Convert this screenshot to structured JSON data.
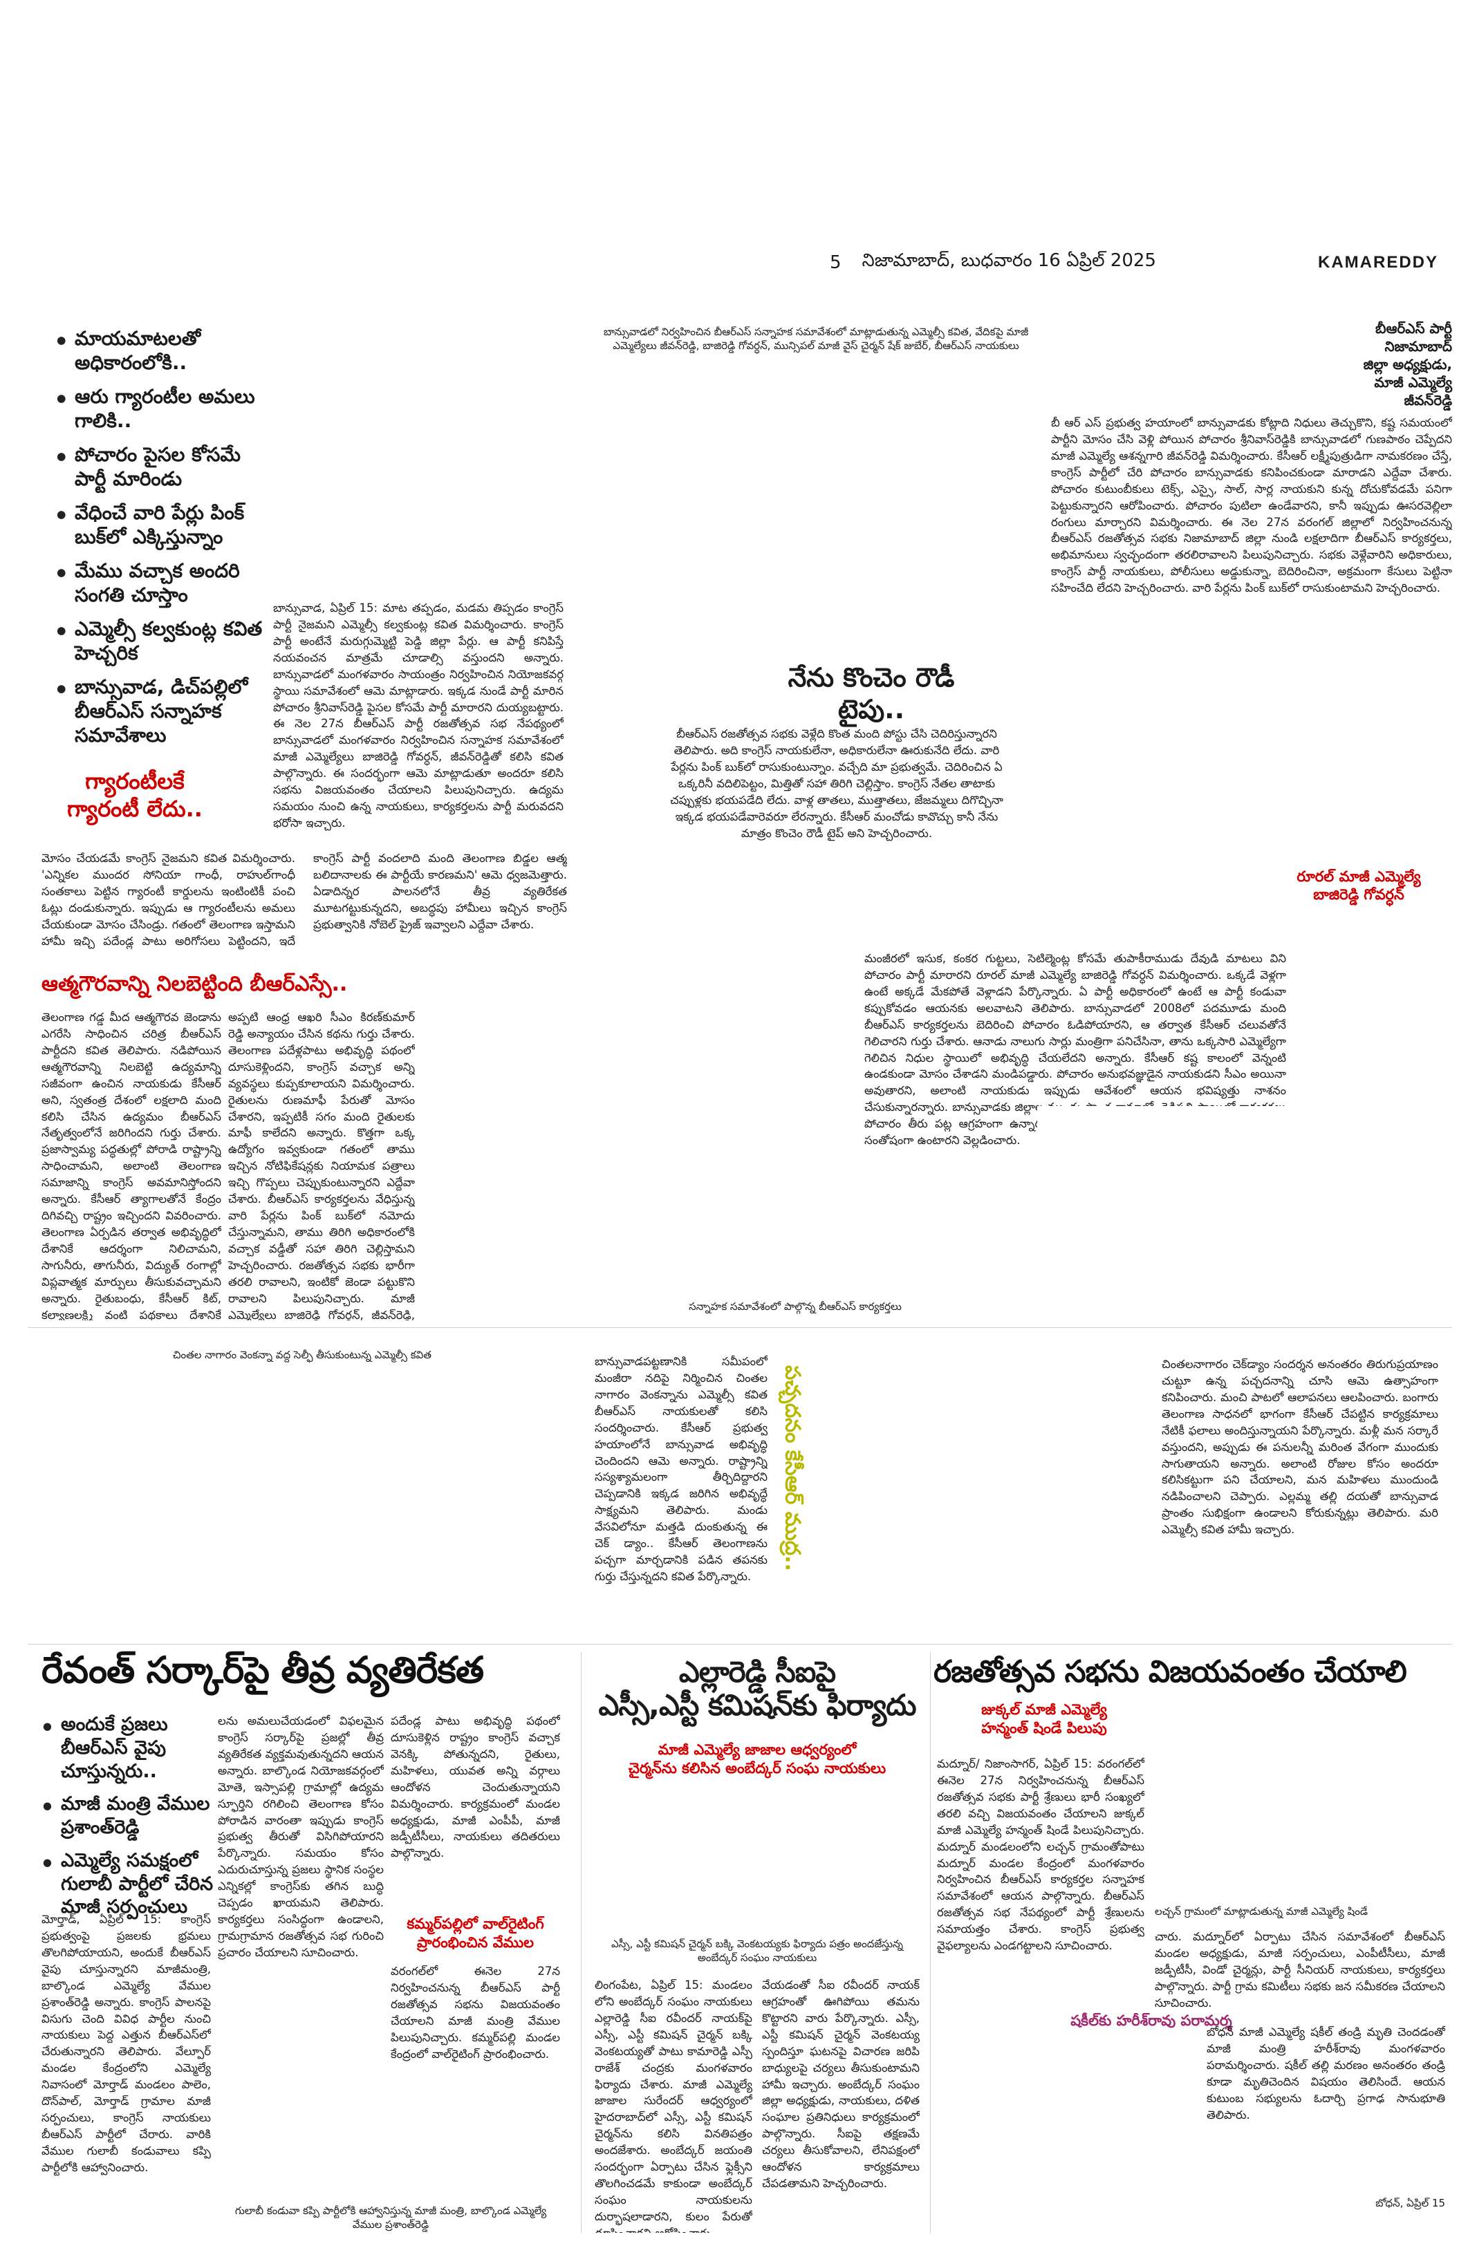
{
  "masthead": {
    "page_number": "5",
    "date_line": "నిజామాబాద్, బుధవారం 16 ఏప్రిల్ 2025",
    "edition": "KAMAREDDY"
  },
  "story1": {
    "bullets": [
      "మాయమాటలతో అధికారంలోకి..",
      "ఆరు గ్యారంటీల అమలు గాలికి..",
      "పోచారం పైసల కోసమే పార్టీ మారిండు",
      "వేధించే వారి పేర్లు పింక్ బుక్‌లో ఎక్కిస్తున్నాం",
      "మేము వచ్చాక అందరి సంగతి చూస్తాం",
      "ఎమ్మెల్సీ కల్వకుంట్ల కవిత హెచ్చరిక",
      "బాన్సువాడ, డిచ్‌పల్లిలో బీఆర్‌ఎస్ సన్నాహక సమావేశాలు"
    ],
    "lead": "బాన్సువాడ, ఏప్రిల్ 15: మాట తప్పడం, మడమ తిప్పడం కాంగ్రెస్ పార్టీ నైజమని ఎమ్మెల్సీ కల్వకుంట్ల కవిత విమర్శించారు. కాంగ్రెస్ పార్టీ అంటేనే మరుగ్గుమ్మెట్టి పెడ్డి జిల్లా పేర్లు. ఆ పార్టీ కనిపిస్తే నయవంచన మాత్రమే చూడాల్సి వస్తుందని అన్నారు. బాన్సువాడలో మంగళవారం సాయంత్రం నిర్వహించిన నియోజకవర్గ స్థాయి సమావేశంలో ఆమె మాట్లాడారు. ఇక్కడ నుండే పార్టీ మారిన పోచారం శ్రీనివాస్‌రెడ్డి పైసల కోసమే పార్టీ మారారని దుయ్యబట్టారు. ఈ నెల 27న బీఆర్‌ఎస్ పార్టీ రజతోత్సవ సభ నేపథ్యంలో బాన్సువాడలో మంగళవారం నిర్వహించిన సన్నాహక సమావేశంలో మాజీ ఎమ్మెల్యేలు బాజిరెడ్డి గోవర్ధన్, జీవన్‌రెడ్డితో కలిసి కవిత పాల్గొన్నారు. ఈ సందర్భంగా ఆమె మాట్లాడుతూ అందరూ కలిసి సభను విజయవంతం చేయాలని పిలుపునిచ్చారు. ఉద్యమ సమయం నుంచి ఉన్న నాయకులు, కార్యకర్తలను పార్టీ మరువదని భరోసా ఇచ్చారు.",
    "subhead1": "గ్యారంటీలకే గ్యారంటీ లేదు..",
    "body1": "మోసం చేయడమే కాంగ్రెస్ నైజమని కవిత విమర్శించారు. 'ఎన్నికల ముందర సోనియా గాంధీ, రాహుల్‌గాంధీ సంతకాలు పెట్టిన గ్యారంటీ కార్డులను ఇంటింటికీ పంచి ఓట్లు దండుకున్నారు. ఇప్పుడు ఆ గ్యారంటీలను అమలు చేయకుండా మోసం చేసిండ్రు. గతంలో తెలంగాణ ఇస్తామని హామీ ఇచ్చి పదేండ్ల పాటు అరిగోసలు పెట్టిందని, ఇదే కాంగ్రెస్ పార్టీ వందలాది మంది తెలంగాణ బిడ్డల ఆత్మ బలిదానాలకు ఈ పార్టీయే కారణమని' ఆమె ధ్వజమెత్తారు. ఏడాదిన్నర పాలనలోనే తీవ్ర వ్యతిరేకత మూటగట్టుకున్నదని, అబద్ధపు హామీలు ఇచ్చిన కాంగ్రెస్ ప్రభుత్వానికి నోబెల్ ప్రైజ్ ఇవ్వాలని ఎద్దేవా చేశారు.",
    "subhead2": "ఆత్మగౌరవాన్ని నిలబెట్టింది బీఆర్‌ఎస్సే..",
    "body2": "తెలంగాణ గడ్డ మీద ఆత్మగౌరవ జెండాను ఎగరేసి సాధించిన చరిత్ర బీఆర్‌ఎస్ పార్టీదని కవిత తెలిపారు. నడిపోయిన ఆత్మగౌరవాన్ని నిలబెట్టి ఉద్యమాన్ని సజీవంగా ఉంచిన నాయకుడు కేసీఆర్ అని, స్వతంత్ర దేశంలో లక్షలాది మంది కలిసి చేసిన ఉద్యమం బీఆర్‌ఎస్ నేతృత్వంలోనే జరిగిందని గుర్తు చేశారు. ప్రజాస్వామ్య పద్ధతుల్లో పోరాడి రాష్ట్రాన్ని సాధించామని, అలాంటి తెలంగాణ సమాజాన్ని కాంగ్రెస్ అవమానిస్తోందని అన్నారు. కేసీఆర్ త్యాగాలతోనే కేంద్రం దిగివచ్చి రాష్ట్రం ఇచ్చిందని వివరించారు. తెలంగాణ ఏర్పడిన తర్వాత అభివృద్ధిలో దేశానికే ఆదర్శంగా నిలిచామని, సాగునీరు, తాగునీరు, విద్యుత్ రంగాల్లో విప్లవాత్మక మార్పులు తీసుకువచ్చామని అన్నారు. రైతుబంధు, కేసీఆర్ కిట్, కల్యాణలక్ష్మి వంటి పథకాలు దేశానికే ఆదర్శంగా నిలిచాయని పేర్కొన్నారు.",
    "body3": "అప్పటి ఆంధ్ర ఆఖరి సీఎం కిరణ్‌కుమార్ రెడ్డి అన్యాయం చేసిన కథను గుర్తు చేశారు. తెలంగాణ పదేళ్లపాటు అభివృద్ధి పథంలో దూసుకెళ్లిందని, కాంగ్రెస్ వచ్చాక అన్ని వ్యవస్థలు కుప్పకూలాయని విమర్శించారు. రైతులను రుణమాఫీ పేరుతో మోసం చేశారని, ఇప్పటికీ సగం మంది రైతులకు మాఫీ కాలేదని అన్నారు. కొత్తగా ఒక్క ఉద్యోగం ఇవ్వకుండా గతంలో తాము ఇచ్చిన నోటిఫికేషన్లకు నియామక పత్రాలు ఇచ్చి గొప్పలు చెప్పుకుంటున్నారని ఎద్దేవా చేశారు. బీఆర్‌ఎస్ కార్యకర్తలను వేధిస్తున్న వారి పేర్లను పింక్ బుక్‌లో నమోదు చేస్తున్నామని, తాము తిరిగి అధికారంలోకి వచ్చాక వడ్డీతో సహా తిరిగి చెల్లిస్తామని హెచ్చరించారు. రజతోత్సవ సభకు భారీగా తరలి రావాలని, ఇంటికో జెండా పట్టుకొని రావాలని పిలుపునిచ్చారు. మాజీ ఎమ్మెల్యేలు బాజిరెడ్డి గోవర్ధన్, జీవన్‌రెడ్డి, సీనియర్ నాయకులు పాల్గొన్నారు."
  },
  "story2": {
    "photo_caption": "బాన్సువాడలో నిర్వహించిన బీఆర్‌ఎస్ సన్నాహక సమావేశంలో మాట్లాడుతున్న ఎమ్మెల్సీ కవిత, వేదికపై మాజీ ఎమ్మెల్యేలు జీవన్‌రెడ్డి, బాజిరెడ్డి గోవర్ధన్, మున్సిపల్ మాజీ వైస్ చైర్మన్ షేక్ జుబేర్, బీఆర్‌ఎస్ నాయకులు",
    "headline": "నేను కొంచెం రౌడీ టైపు..",
    "body": "బీఆర్‌ఎస్ రజతోత్సవ సభకు వెళ్లేది కొంత మంది పోస్టు చేసి చెదిరిస్తున్నారని తెలిపారు. అది కాంగ్రెస్ నాయకులేనా, అధికారులేనా ఊరుకునేది లేదు. వారి పేర్లను పింక్ బుక్‌లో రాసుకుంటున్నాం. వచ్చేది మా ప్రభుత్వమే. చెదిరించిన ఏ ఒక్కరినీ వదిలిపెట్టం, మిత్తితో సహా తిరిగి చెల్లిస్తాం. కాంగ్రెస్ నేతల తాటాకు చప్పుళ్లకు భయపడేది లేదు. వాళ్ల తాతలు, ముత్తాతలు, జేజమ్మలు దిగొచ్చినా ఇక్కడ భయపడేవారెవరూ లేరన్నారు. కేసీఆర్ మంచోడు కావొచ్చు కానీ నేను మాత్రం కొంచెం రౌడీ టైప్ అని హెచ్చరించారు."
  },
  "story3": {
    "headline_lines": [
      "బీఆర్‌ఎస్ పార్టీ నిజామాబాద్",
      "జిల్లా అధ్యక్షుడు,",
      "మాజీ ఎమ్మెల్యే",
      "జీవన్‌రెడ్డి"
    ],
    "body": "బీ ఆర్ ఎస్ ప్రభుత్వ హయాంలో బాన్సువాడకు కోట్లాది నిధులు తెచ్చుకొని, కష్ట సమయంలో పార్టీని మోసం చేసి వెళ్లి పోయిన పోచారం శ్రీనివాస్‌రెడ్డికి బాన్సువాడలో గుణపాఠం చెప్పేదని మాజీ ఎమ్మెల్యే ఆశన్నగారి జీవన్‌రెడ్డి విమర్శించారు. కేసీఆర్ లక్ష్మీపుత్రుడిగా నామకరణం చేస్తే, కాంగ్రెస్ పార్టీలో చేరి పోచారం బాన్సువాడకు కనిపించకుండా మారాడని ఎద్దేవా చేశారు. పోచారం కుటుంబీకులు టెక్స్, ఎస్సై, సాల్, సార్ల నాయకుని కున్న దోచుకోవడమే పనిగా పెట్టుకున్నారని ఆరోపించారు. పోచారం పుటిలా ఉండేవారని, కానీ ఇప్పుడు ఊసరవెల్లిలా రంగులు మార్చారని విమర్శించారు. ఈ నెల 27న వరంగల్ జిల్లాలో నిర్వహించనున్న బీఆర్‌ఎస్ రజతోత్సవ సభకు నిజామాబాద్ జిల్లా నుండి లక్షలాదిగా బీఆర్‌ఎస్ కార్యకర్తలు, అభిమానులు స్వచ్ఛందంగా తరలిరావాలని పిలుపునిచ్చారు. సభకు వెళ్లేవారిని అధికారులు, కాంగ్రెస్ పార్టీ నాయకులు, పోలీసులు అడ్డుకున్నా, బెదిరించినా, అక్రమంగా కేసులు పెట్టినా సహించేది లేదని హెచ్చరించారు. వారి పేర్లను పింక్ బుక్‌లో రాసుకుంటామని హెచ్చరించారు.",
    "photo_caption": "రూరల్ మాజీ ఎమ్మెల్యే బాజిరెడ్డి గోవర్ధన్",
    "body2": "మంజీరలో ఇసుక, కంకర గుట్టలు, సెటిల్మెంట్ల కోసమే తుపాకీరాముడు దేవుడి మాటలు విని పోచారం పార్టీ మారారని రూరల్ మాజీ ఎమ్మెల్యే బాజిరెడ్డి గోవర్ధన్ విమర్శించారు. ఒక్కడే వెళ్లగా ఉంటే అక్కడే మేకపోతే వెళ్లాడని పేర్కొన్నారు. ఏ పార్టీ అధికారంలో ఉంటే ఆ పార్టీ కండువా కప్పుకోవడం ఆయనకు అలవాటని తెలిపారు. బాన్సువాడలో 2008లో పదమూడు మంది బీఆర్‌ఎస్ కార్యకర్తలను బెదిరించి పోచారం ఓడిపోయారని, ఆ తర్వాత కేసీఆర్ చలువతోనే గెలిచారని గుర్తు చేశారు. ఆనాడు నాలుగు సార్లు మంత్రిగా పనిచేసినా, తాను ఒక్కసారి ఎమ్మెల్యేగా గెలిచిన నిధుల స్థాయిలో అభివృద్ధి చేయలేదని అన్నారు. కేసీఆర్ కష్ట కాలంలో వెన్నంటి ఉండకుండా మోసం చేశాడని మండిపడ్డారు. పోచారం అనుభవజ్ఞుడైన నాయకుడని సీఎం అయినా అవుతారని, అలాంటి నాయకుడు ఇప్పుడు ఆవేశంలో ఆయన భవిష్యత్తు నాశనం చేసుకున్నారన్నారు. బాన్సువాడకు జిల్లాల ముందు సొంత గ్రామాల్లో, రెడ్డిపల్లి స్థాయిలో కార్యకర్తలు పోచారం తీరు పట్ల ఆగ్రహంగా ఉన్నారని, త్వరలోనే బీఆర్‌ఎస్ సమావేశాలకు భారీగా హాజరై సంతోషంగా ఉంటారని వెల్లడించారు.",
    "bottom_caption": "సన్నాహక సమావేశంలో పాల్గొన్న బీఆర్‌ఎస్ కార్యకర్తలు"
  },
  "story4": {
    "photo_caption": "చింతల నాగారం వెంకన్నా వద్ద సెల్ఫీ తీసుకుంటున్న ఎమ్మెల్సీ కవిత",
    "body": "బాన్సువాడపట్టణానికి సమీపంలో మంజీరా నదిపై నిర్మించిన చింతల నాగారం వెంకన్నాను ఎమ్మెల్సీ కవిత బీఆర్‌ఎస్ నాయకులతో కలిసి సందర్శించారు. కేసీఆర్ ప్రభుత్వ హయాంలోనే బాన్సువాడ అభివృద్ధి చెందిందని ఆమె అన్నారు. రాష్ట్రాన్ని సస్యశ్యామలంగా తీర్చిదిద్దారని చెప్పడానికి ఇక్కడ జరిగిన అభివృద్ధే సాక్ష్యమని తెలిపారు. మండు వేసవిలోనూ మత్తడి దుంకుతున్న ఈ చెక్ డ్యాం.. కేసీఆర్ తెలంగాణను పచ్చగా మార్చడానికి పడిన తపనకు గుర్తు చేస్తున్నదని కవిత పేర్కొన్నారు.",
    "vertical_headline": "పచ్చదనం కేసీఆర్ ముద్ర..",
    "body2": "చింతలనాగారం చెక్‌డ్యాం సందర్శన అనంతరం తిరుగుప్రయాణం చుట్టూ ఉన్న పచ్చదనాన్ని చూసి ఆమె ఉత్సాహంగా కనిపించారు. మంచి పాటలో ఆలాపనలు ఆలపించారు. బంగారు తెలంగాణ సాధనలో భాగంగా కేసీఆర్ చేపట్టిన కార్యక్రమాలు నేటికీ ఫలాలు అందిస్తున్నాయని పేర్కొన్నారు. మళ్లీ మన సర్కారే వస్తుందని, అప్పుడు ఈ పనులన్నీ మరింత వేగంగా ముందుకు సాగుతాయని అన్నారు. అలాంటి రోజుల కోసం అందరూ కలిసికట్టుగా పని చేయాలని, మన మహిళలు ముందుండి నడిపించాలని చెప్పారు. ఎల్లమ్మ తల్లి దయతో బాన్సువాడ ప్రాంతం సుభిక్షంగా ఉండాలని కోరుకున్నట్లు తెలిపారు. మరి ఎమ్మెల్సీ కవిత హామీ ఇచ్చారు."
  },
  "story5": {
    "headline": "రేవంత్ సర్కార్‌పై తీవ్ర వ్యతిరేకత",
    "bullets": [
      "అందుకే ప్రజలు బీఆర్‌ఎస్ వైపు చూస్తున్నరు..",
      "మాజీ మంత్రి వేముల ప్రశాంత్‌రెడ్డి",
      "ఎమ్మెల్యే సమక్షంలో గులాబీ పార్టీలో చేరిన మాజీ సర్పంచులు"
    ],
    "body1": "మోర్తాడ్, ఏప్రిల్ 15: కాంగ్రెస్ ప్రభుత్వంపై ప్రజలకు భ్రమలు తొలగిపోయాయని, అందుకే బీఆర్‌ఎస్ వైపు చూస్తున్నారని మాజీమంత్రి, బాల్కొండ ఎమ్మెల్యే వేముల ప్రశాంత్‌రెడ్డి అన్నారు. కాంగ్రెస్ పాలనపై విసుగు చెంది వివిధ పార్టీల నుంచి నాయకులు పెద్ద ఎత్తున బీఆర్‌ఎస్‌లో చేరుతున్నారని తెలిపారు. వేల్పూర్ మండల కేంద్రంలోని ఎమ్మెల్యే నివాసంలో మోర్తాడ్ మండలం పాలెం, దొన్‌పాల్, మోర్తాడ్ గ్రామాల మాజీ సర్పంచులు, కాంగ్రెస్ నాయకులు బీఆర్‌ఎస్ పార్టీలో చేరారు. వారికి వేముల గులాబీ కండువాలు కప్పి పార్టీలోకి ఆహ్వానించారు.",
    "body2": "లను అమలుచేయడంలో విఫలమైన కాంగ్రెస్ సర్కార్‌పై ప్రజల్లో తీవ్ర వ్యతిరేకత వ్యక్తమవుతున్నదని ఆయన అన్నారు. బాల్కొండ నియోజకవర్గంలో మోతె, ఇస్సాపల్లి గ్రామాల్లో ఉద్యమ స్ఫూర్తిని రగిలించి తెలంగాణ కోసం పోరాడిన వారంతా ఇప్పుడు కాంగ్రెస్ ప్రభుత్వ తీరుతో విసిగిపోయారని పేర్కొన్నారు. సమయం కోసం ఎదురుచూస్తున్న ప్రజలు స్థానిక సంస్థల ఎన్నికల్లో కాంగ్రెస్‌కు తగిన బుద్ధి చెప్పడం ఖాయమని తెలిపారు. కార్యకర్తలు సంసిద్ధంగా ఉండాలని, గ్రామగ్రామాన రజతోత్సవ సభ గురించి ప్రచారం చేయాలని సూచించారు.",
    "body3": "పదేండ్ల పాటు అభివృద్ధి పథంలో దూసుకెళ్లిన రాష్ట్రం కాంగ్రెస్ వచ్చాక వెనక్కి పోతున్నదని, రైతులు, మహిళలు, యువత అన్ని వర్గాలు ఆందోళన చెందుతున్నాయని విమర్శించారు. కార్యక్రమంలో మండల అధ్యక్షుడు, మాజీ ఎంపీపీ, మాజీ జడ్పీటీసీలు, నాయకులు తదితరులు పాల్గొన్నారు.",
    "subhead": "కమ్మర్‌పల్లిలో వాల్‌రైటింగ్ ప్రారంభించిన వేముల",
    "body4": "వరంగల్‌లో ఈనెల 27న నిర్వహించనున్న బీఆర్‌ఎస్ పార్టీ రజతోత్సవ సభను విజయవంతం చేయాలని మాజీ మంత్రి వేముల పిలుపునిచ్చారు. కమ్మర్‌పల్లి మండల కేంద్రంలో వాల్‌రైటింగ్ ప్రారంభించారు.",
    "photo_caption": "గులాబీ కండువా కప్పి పార్టీలోకి ఆహ్వానిస్తున్న మాజీ మంత్రి, బాల్కొండ ఎమ్మెల్యే వేముల ప్రశాంత్‌రెడ్డి"
  },
  "story6": {
    "headline_lines": [
      "ఎల్లారెడ్డి సీఐపై",
      "ఎస్సీ,ఎస్టీ కమిషన్‌కు ఫిర్యాదు"
    ],
    "subhead_lines": [
      "మాజీ ఎమ్మెల్యే జాజాల ఆధ్వర్యంలో",
      "చైర్మన్‌ను కలిసిన అంబేద్కర్ సంఘ నాయకులు"
    ],
    "photo_caption": "ఎస్సీ, ఎస్టీ కమిషన్ చైర్మన్ బక్కి వెంకటయ్యకు ఫిర్యాదు పత్రం అందజేస్తున్న అంబేద్కర్ సంఘం నాయకులు",
    "body1": "లింగంపేట, ఏప్రిల్ 15: మండలం లోని అంబేద్కర్ సంఘం నాయకులు ఎల్లారెడ్డి సీఐ రవీందర్ నాయక్‌పై ఎస్సీ, ఎస్టీ కమిషన్ చైర్మన్ బక్కి వెంకటయ్యతో పాటు కామారెడ్డి ఎస్పీ రాజేశ్ చంద్రకు మంగళవారం ఫిర్యాదు చేశారు. మాజీ ఎమ్మెల్యే జాజాల సురేందర్ ఆధ్వర్యంలో హైదరాబాద్‌లో ఎస్సీ, ఎస్టీ కమిషన్ చైర్మన్‌ను కలిసి వినతిపత్రం అందజేశారు. అంబేద్కర్ జయంతి సందర్భంగా ఏర్పాటు చేసిన ఫ్లెక్సీని తొలగించడమే కాకుండా అంబేద్కర్ సంఘం నాయకులను దుర్భాషలాడారని, కులం పేరుతో దూషించారని ఆరోపించారు.",
    "body2": "వేయడంతో సీఐ రవీందర్ నాయక్ ఆగ్రహంతో ఊగిపోయి తమను కొట్టారని వారు పేర్కొన్నారు. ఎస్సీ, ఎస్టీ కమిషన్ చైర్మన్ వెంకటయ్య స్పందిస్తూ ఘటనపై విచారణ జరిపి బాధ్యులపై చర్యలు తీసుకుంటామని హామీ ఇచ్చారు. అంబేద్కర్ సంఘం జిల్లా అధ్యక్షుడు, నాయకులు, దళిత సంఘాల ప్రతినిధులు కార్యక్రమంలో పాల్గొన్నారు. సీఐపై తక్షణమే చర్యలు తీసుకోవాలని, లేనిపక్షంలో ఆందోళన కార్యక్రమాలు చేపడతామని హెచ్చరించారు."
  },
  "story7": {
    "headline": "రజతోత్సవ సభను విజయవంతం చేయాలి",
    "subhead_lines": [
      "జుక్కల్ మాజీ ఎమ్మెల్యే",
      "హన్మంత్ షిండే పిలుపు"
    ],
    "body1": "మద్నూర్/ నిజాంసాగర్, ఏప్రిల్ 15: వరంగల్‌లో ఈనెల 27న నిర్వహించనున్న బీఆర్‌ఎస్ రజతోత్సవ సభకు పార్టీ శ్రేణులు భారీ సంఖ్యలో తరలి వచ్చి విజయవంతం చేయాలని జుక్కల్ మాజీ ఎమ్మెల్యే హన్మంత్ షిండే పిలుపునిచ్చారు. మద్నూర్ మండలంలోని లచ్చన్ గ్రామంతోపాటు మద్నూర్ మండల కేంద్రంలో మంగళవారం నిర్వహించిన బీఆర్‌ఎస్ కార్యకర్తల సన్నాహక సమావేశంలో ఆయన పాల్గొన్నారు. బీఆర్‌ఎస్ రజతోత్సవ సభ నేపథ్యంలో పార్టీ శ్రేణులను సమాయత్తం చేశారు. కాంగ్రెస్ ప్రభుత్వ వైఫల్యాలను ఎండగట్టాలని సూచించారు.",
    "photo_caption_top": "లచ్చన్ గ్రామంలో మాట్లాడుతున్న మాజీ ఎమ్మెల్యే షిండే",
    "body2": "చారు. మద్నూర్‌లో ఏర్పాటు చేసిన సమావేశంలో బీఆర్‌ఎస్ మండల అధ్యక్షుడు, మాజీ సర్పంచులు, ఎంపీటీసీలు, మాజీ జడ్పీటీసీ, విండో చైర్మన్లు, పార్టీ సీనియర్ నాయకులు, కార్యకర్తలు పాల్గొన్నారు. పార్టీ గ్రామ కమిటీలు సభకు జన సమీకరణ చేయాలని సూచించారు.",
    "photo_caption_bottom": "షకీల్‌కు హరీశ్‌రావు పరామర్శ",
    "body3": "బోధన్ మాజీ ఎమ్మెల్యే షకీల్ తండ్రి మృతి చెందడంతో మాజీ మంత్రి హరీశ్‌రావు మంగళవారం పరామర్శించారు. షకీల్ తల్లి మరణం అనంతరం తండ్రి కూడా మృతిచెందిన విషయం తెలిసిందే. ఆయన కుటుంబ సభ్యులను ఓదార్చి ప్రగాఢ సానుభూతి తెలిపారు.",
    "dateline": "బోధన్, ఏప్రిల్ 15"
  }
}
